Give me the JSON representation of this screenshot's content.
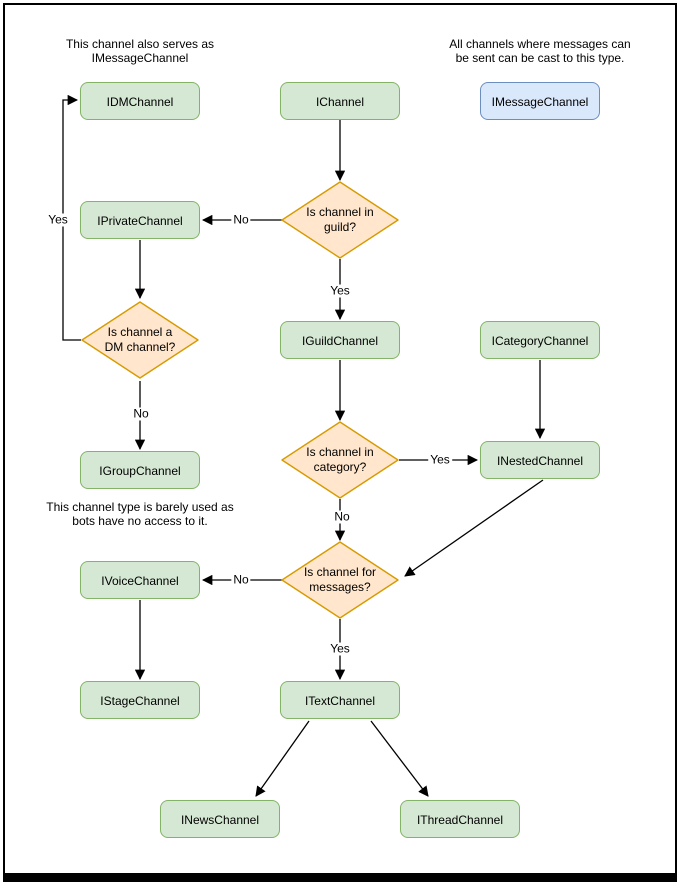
{
  "colors": {
    "node_fill_green": "#d5e8d4",
    "node_border_green": "#82b366",
    "node_fill_blue": "#dae8fc",
    "node_border_blue": "#6c8ebf",
    "decision_fill": "#ffe6cc",
    "decision_border": "#d79b00",
    "edge_color": "#000000",
    "frame_color": "#000000"
  },
  "annotations": {
    "dm_note": {
      "line1": "This channel also serves as",
      "line2": "IMessageChannel"
    },
    "message_note": {
      "line1": "All channels where messages can",
      "line2": "be sent can be cast to this type."
    },
    "group_note": {
      "line1": "This channel type is barely used as",
      "line2": "bots have no access to it."
    }
  },
  "nodes": {
    "idm": {
      "label": "IDMChannel"
    },
    "ichannel": {
      "label": "IChannel"
    },
    "imessage": {
      "label": "IMessageChannel"
    },
    "iprivate": {
      "label": "IPrivateChannel"
    },
    "iguild": {
      "label": "IGuildChannel"
    },
    "icategory": {
      "label": "ICategoryChannel"
    },
    "igroup": {
      "label": "IGroupChannel"
    },
    "inested": {
      "label": "INestedChannel"
    },
    "ivoice": {
      "label": "IVoiceChannel"
    },
    "istage": {
      "label": "IStageChannel"
    },
    "itext": {
      "label": "ITextChannel"
    },
    "inews": {
      "label": "INewsChannel"
    },
    "ithread": {
      "label": "IThreadChannel"
    }
  },
  "decisions": {
    "guild": {
      "line1": "Is channel in",
      "line2": "guild?"
    },
    "dm": {
      "line1": "Is channel a",
      "line2": "DM channel?"
    },
    "category": {
      "line1": "Is channel in",
      "line2": "category?"
    },
    "messages": {
      "line1": "Is channel for",
      "line2": "messages?"
    }
  },
  "edge_labels": {
    "dm_loop_yes": "Yes",
    "guild_no": "No",
    "guild_yes": "Yes",
    "dm_no": "No",
    "category_yes": "Yes",
    "category_no": "No",
    "messages_no": "No",
    "messages_yes": "Yes"
  }
}
